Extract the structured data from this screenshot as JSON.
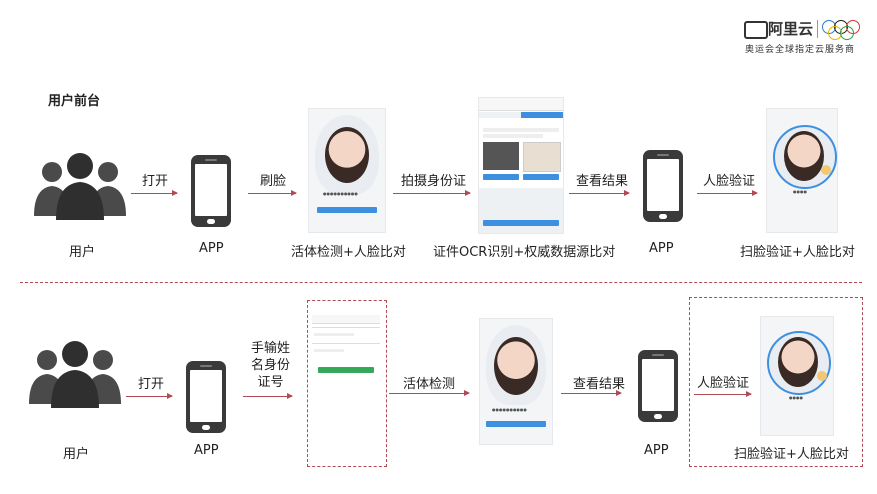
{
  "logo": {
    "brand": "阿里云",
    "tagline": "奥运会全球指定云服务商"
  },
  "section_title": "用户前台",
  "row1": {
    "user_label": "用户",
    "step1_action": "打开",
    "app_label": "APP",
    "step2_action": "刷脸",
    "liveness_caption": "活体检测+人脸比对",
    "step3_action": "拍摄身份证",
    "ocr_caption": "证件OCR识别+权威数据源比对",
    "step4_action": "查看结果",
    "app2_label": "APP",
    "step5_action": "人脸验证",
    "scan_caption": "扫脸验证+人脸比对"
  },
  "row2": {
    "user_label": "用户",
    "step1_action": "打开",
    "app_label": "APP",
    "step2_action": "手输姓\n名身份\n证号",
    "step3_action": "活体检测",
    "step4_action": "查看结果",
    "app2_label": "APP",
    "step5_action": "人脸验证",
    "scan_caption": "扫脸验证+人脸比对"
  },
  "colors": {
    "arrow": "#b04a55",
    "accent_blue": "#3d8fe0",
    "accent_green": "#35a85a"
  }
}
